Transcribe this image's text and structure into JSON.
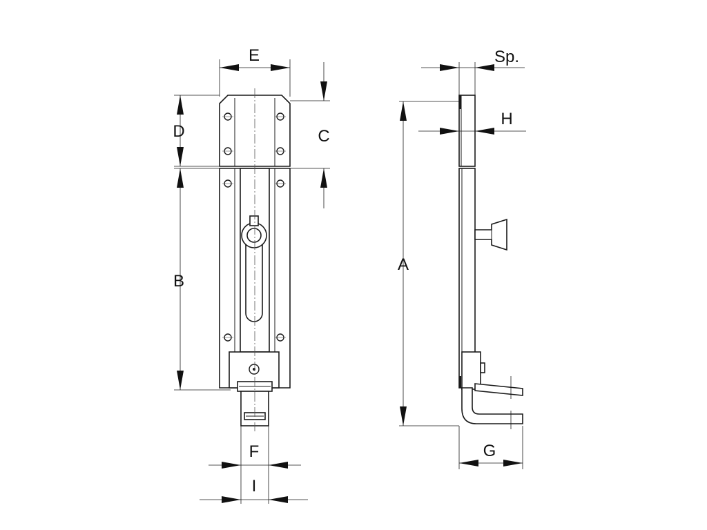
{
  "dimensions": {
    "A": "A",
    "B": "B",
    "C": "C",
    "D": "D",
    "E": "E",
    "F": "F",
    "G": "G",
    "H": "H",
    "I": "I",
    "Sp": "Sp."
  },
  "colors": {
    "line": "#1a1a1a",
    "background": "#ffffff"
  }
}
